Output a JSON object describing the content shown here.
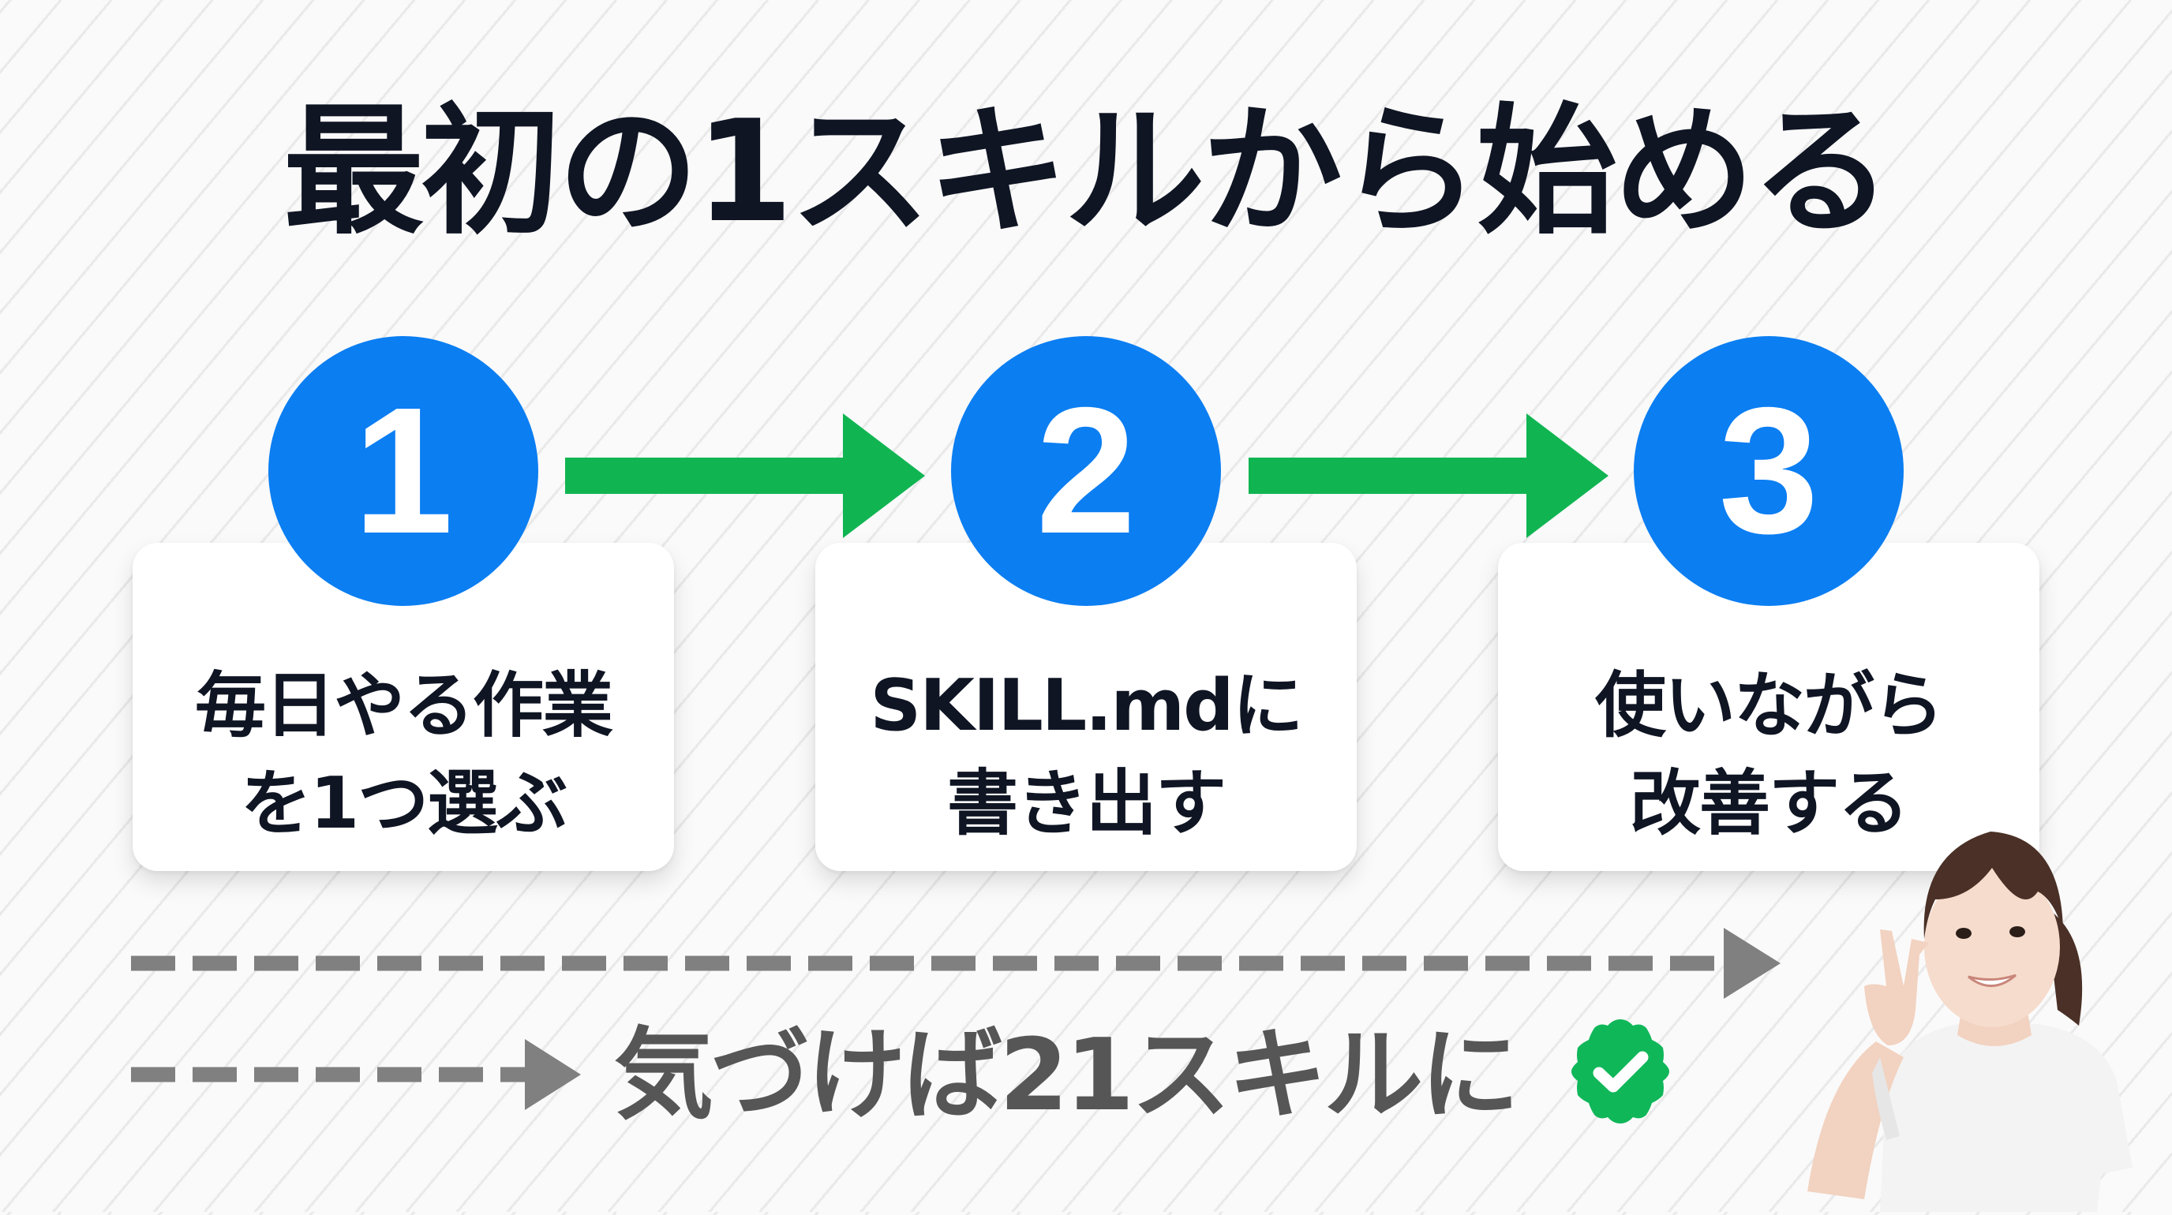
{
  "title": "最初の1スキルから始める",
  "colors": {
    "title": "#0f1523",
    "step_circle": "#0b7ef2",
    "flow_arrow": "#10b552",
    "dashed_arrow": "#808080",
    "conclusion_text": "#565656",
    "check_badge": "#10b759"
  },
  "steps": [
    {
      "number": "1",
      "lines": [
        "毎日やる作業",
        "を1つ選ぶ"
      ]
    },
    {
      "number": "2",
      "lines": [
        "SKILL.mdに",
        "書き出す"
      ]
    },
    {
      "number": "3",
      "lines": [
        "使いながら",
        "改善する"
      ]
    }
  ],
  "conclusion": {
    "text": "気づけば21スキルに",
    "icon": "check-badge-icon"
  },
  "illustration": {
    "subject": "woman in white t-shirt smiling and making peace sign"
  }
}
